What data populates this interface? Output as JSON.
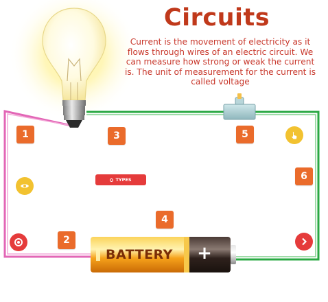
{
  "title": "Circuits",
  "description": "Current is the movement of electricity as it flows through wires of an electric circuit. We can measure how strong or weak the current is. The unit of measurement for the current is called voltage",
  "hotspots": [
    "1",
    "2",
    "3",
    "4",
    "5",
    "6"
  ],
  "types_button": {
    "label": "TYPES",
    "icon": "circle-icon"
  },
  "battery": {
    "label": "BATTERY",
    "terminal": "+"
  },
  "icons": {
    "view": "eye-icon",
    "record": "record-icon",
    "touch": "hand-pointer-icon",
    "next": "chevron-right-icon"
  },
  "colors": {
    "title": "#c0391b",
    "description": "#c8372b",
    "hotspot": "#ea6b2b",
    "wire_left": "#e266b6",
    "wire_right": "#2aa843",
    "types_button": "#e53b3b",
    "eye_button": "#f2c230",
    "record_button": "#e53b3b",
    "next_button": "#e53b3b",
    "touch_button": "#f2c230"
  }
}
